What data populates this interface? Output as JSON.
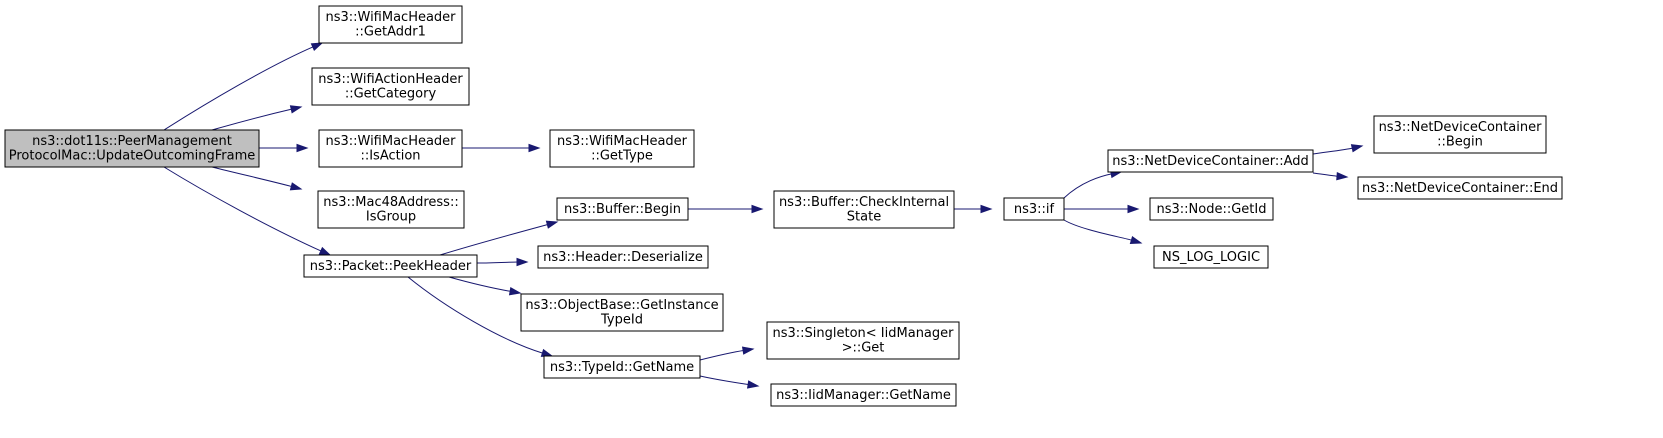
{
  "graph": {
    "colors": {
      "edge": "#191970",
      "root_fill": "#bfbfbf",
      "node_fill": "#ffffff",
      "border": "#000000"
    },
    "nodes": [
      {
        "id": "root",
        "lines": [
          "ns3::dot11s::PeerManagement",
          "ProtocolMac::UpdateOutcomingFrame"
        ],
        "root": true
      },
      {
        "id": "getaddr1",
        "lines": [
          "ns3::WifiMacHeader",
          "::GetAddr1"
        ]
      },
      {
        "id": "getcategory",
        "lines": [
          "ns3::WifiActionHeader",
          "::GetCategory"
        ]
      },
      {
        "id": "isaction",
        "lines": [
          "ns3::WifiMacHeader",
          "::IsAction"
        ]
      },
      {
        "id": "gettype",
        "lines": [
          "ns3::WifiMacHeader",
          "::GetType"
        ]
      },
      {
        "id": "isgroup",
        "lines": [
          "ns3::Mac48Address::",
          "IsGroup"
        ]
      },
      {
        "id": "peekheader",
        "lines": [
          "ns3::Packet::PeekHeader"
        ]
      },
      {
        "id": "bufferbegin",
        "lines": [
          "ns3::Buffer::Begin"
        ]
      },
      {
        "id": "deserialize",
        "lines": [
          "ns3::Header::Deserialize"
        ]
      },
      {
        "id": "getinstancetypeid",
        "lines": [
          "ns3::ObjectBase::GetInstance",
          "TypeId"
        ]
      },
      {
        "id": "typeidgetname",
        "lines": [
          "ns3::TypeId::GetName"
        ]
      },
      {
        "id": "checkinternal",
        "lines": [
          "ns3::Buffer::CheckInternal",
          "State"
        ]
      },
      {
        "id": "singletonget",
        "lines": [
          "ns3::Singleton< IidManager",
          ">::Get"
        ]
      },
      {
        "id": "iidgetname",
        "lines": [
          "ns3::IidManager::GetName"
        ]
      },
      {
        "id": "if",
        "lines": [
          "ns3::if"
        ]
      },
      {
        "id": "ndcadd",
        "lines": [
          "ns3::NetDeviceContainer::Add"
        ]
      },
      {
        "id": "nodegetid",
        "lines": [
          "ns3::Node::GetId"
        ]
      },
      {
        "id": "nslog",
        "lines": [
          "NS_LOG_LOGIC"
        ]
      },
      {
        "id": "ndcbegin",
        "lines": [
          "ns3::NetDeviceContainer",
          "::Begin"
        ]
      },
      {
        "id": "ndcend",
        "lines": [
          "ns3::NetDeviceContainer::End"
        ]
      }
    ],
    "edges": [
      {
        "from": "root",
        "to": "getaddr1"
      },
      {
        "from": "root",
        "to": "getcategory"
      },
      {
        "from": "root",
        "to": "isaction"
      },
      {
        "from": "root",
        "to": "isgroup"
      },
      {
        "from": "root",
        "to": "peekheader"
      },
      {
        "from": "isaction",
        "to": "gettype"
      },
      {
        "from": "peekheader",
        "to": "bufferbegin"
      },
      {
        "from": "peekheader",
        "to": "deserialize"
      },
      {
        "from": "peekheader",
        "to": "getinstancetypeid"
      },
      {
        "from": "peekheader",
        "to": "typeidgetname"
      },
      {
        "from": "bufferbegin",
        "to": "checkinternal"
      },
      {
        "from": "typeidgetname",
        "to": "singletonget"
      },
      {
        "from": "typeidgetname",
        "to": "iidgetname"
      },
      {
        "from": "checkinternal",
        "to": "if"
      },
      {
        "from": "if",
        "to": "ndcadd"
      },
      {
        "from": "if",
        "to": "nodegetid"
      },
      {
        "from": "if",
        "to": "nslog"
      },
      {
        "from": "ndcadd",
        "to": "ndcbegin"
      },
      {
        "from": "ndcadd",
        "to": "ndcend"
      }
    ]
  }
}
